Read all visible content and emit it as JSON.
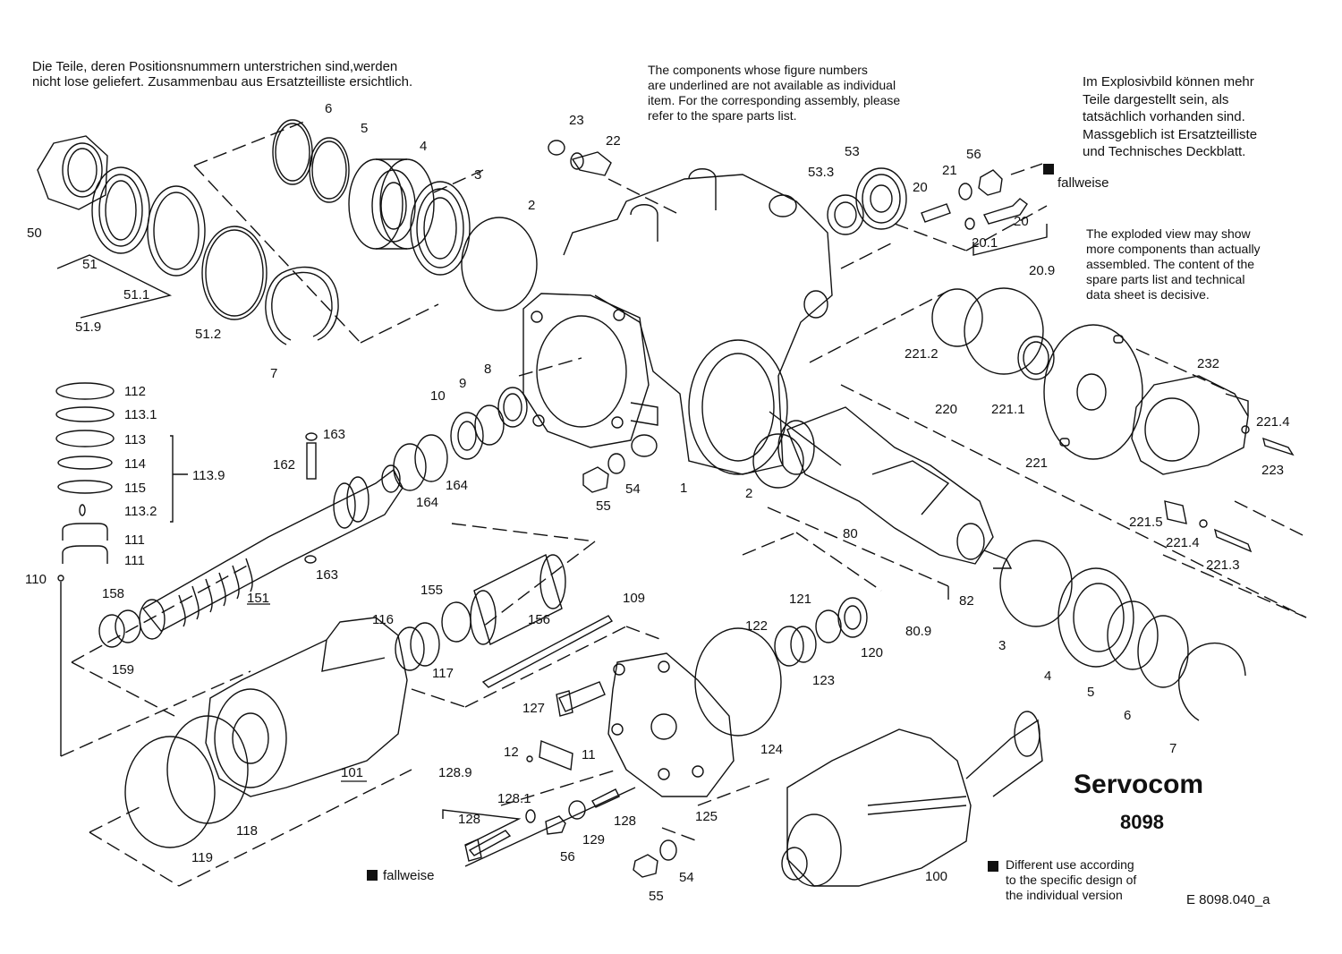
{
  "notes": {
    "german_top": "Die  Teile, deren Positionsnummern unterstrichen sind,werden\nnicht lose geliefert. Zusammenbau aus Ersatzteilliste ersichtlich.",
    "english_top": "The components whose figure numbers\nare underlined are not available as individual\nitem. For the corresponding assembly, please\nrefer to the spare parts list.",
    "german_right": "Im Explosivbild können mehr\nTeile dargestellt sein, als\ntatsächlich vorhanden sind.\nMassgeblich ist Ersatzteilliste\nund Technisches Deckblatt.",
    "english_right": "The exploded view may show\nmore components than actually\nassembled. The content of the\nspare parts list and technical\ndata sheet is decisive.",
    "different_use": "Different use according\nto the specific design of\nthe individual version"
  },
  "fallweise_label": "fallweise",
  "title": "Servocom",
  "model": "8098",
  "drawing_id": "E  8098.040_a",
  "part_labels": {
    "p50": "50",
    "p51": "51",
    "p51_1": "51.1",
    "p51_9": "51.9",
    "p51_2": "51.2",
    "p6": "6",
    "p5": "5",
    "p4": "4",
    "p3": "3",
    "p2": "2",
    "p7": "7",
    "p23": "23",
    "p22": "22",
    "p53": "53",
    "p53_3": "53.3",
    "p56": "56",
    "p21": "21",
    "p20a": "20",
    "p20b": "20",
    "p20_1": "20.1",
    "p20_9": "20.9",
    "p112": "112",
    "p113_1": "113.1",
    "p113": "113",
    "p114": "114",
    "p115": "115",
    "p113_2": "113.2",
    "p113_9": "113.9",
    "p111a": "111",
    "p111b": "111",
    "p110": "110",
    "p162": "162",
    "p163a": "163",
    "p163b": "163",
    "p10": "10",
    "p9": "9",
    "p8": "8",
    "p164a": "164",
    "p164b": "164",
    "p55": "55",
    "p54": "54",
    "p1": "1",
    "p2b": "2",
    "p221_2": "221.2",
    "p220": "220",
    "p221_1": "221.1",
    "p221": "221",
    "p232": "232",
    "p221_4a": "221.4",
    "p223": "223",
    "p221_5": "221.5",
    "p221_4b": "221.4",
    "p221_3": "221.3",
    "p80": "80",
    "p82": "82",
    "p80_9": "80.9",
    "p158": "158",
    "p159": "159",
    "p151": "151",
    "p155": "155",
    "p156": "156",
    "p109": "109",
    "p116": "116",
    "p117": "117",
    "p121": "121",
    "p122": "122",
    "p123": "123",
    "p120": "120",
    "p3b": "3",
    "p4b": "4",
    "p5b": "5",
    "p6b": "6",
    "p7b": "7",
    "p127": "127",
    "p12": "12",
    "p11": "11",
    "p124": "124",
    "p101": "101",
    "p118": "118",
    "p119": "119",
    "p128_9": "128.9",
    "p128_1": "128.1",
    "p128a": "128",
    "p128b": "128",
    "p129": "129",
    "p56b": "56",
    "p125": "125",
    "p55b": "55",
    "p54b": "54",
    "p100": "100"
  }
}
